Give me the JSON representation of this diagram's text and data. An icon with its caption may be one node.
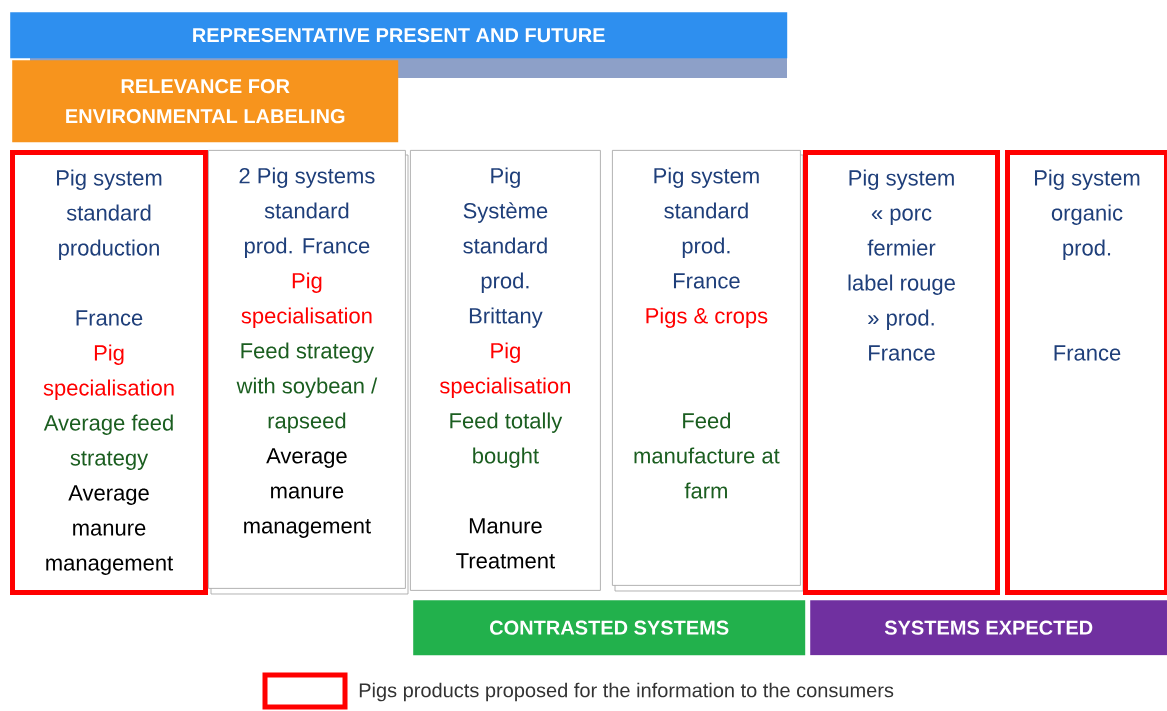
{
  "diagram": {
    "nodes": [
      {
        "text": [
          "REPRESENTATIVE PRESENT AND FUTURE"
        ]
      },
      {
        "text": [
          "RELEVANCE FOR ENVIRONMENTAL LABELING"
        ]
      },
      {
        "text": [
          "Pig system standard production",
          "France",
          "Pig specialisation",
          "Average feed strategy",
          "Average manure management"
        ]
      },
      {
        "text": [
          "2 Pig systems standard prod. France",
          "Pig specialisation",
          "Feed strategy with soybean / rapseed",
          "Average manure management"
        ]
      },
      {
        "text": [
          "Pig Système standard prod. Brittany",
          "Pig specialisation",
          "Feed totally bought",
          "Manure Treatment"
        ]
      },
      {
        "text": [
          "Pig system standard prod. France",
          "Pigs & crops",
          "Feed manufacture at farm"
        ]
      },
      {
        "text": [
          "Pig system « porc fermier label rouge » prod. France"
        ]
      },
      {
        "text": [
          "Pig system organic prod.",
          "France"
        ]
      },
      {
        "text": [
          "CONTRASTED SYSTEMS"
        ]
      },
      {
        "text": [
          "SYSTEMS EXPECTED"
        ]
      }
    ],
    "legend": [
      {
        "text": "Pigs products proposed for the information to the consumers"
      }
    ]
  }
}
